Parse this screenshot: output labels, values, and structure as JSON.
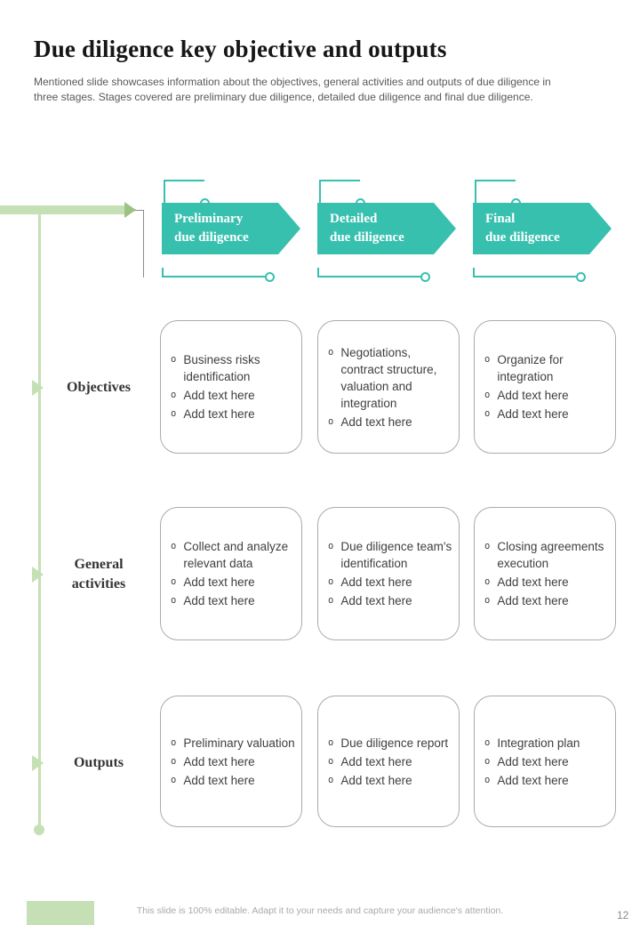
{
  "slide": {
    "title": "Due diligence key objective and outputs",
    "description": "Mentioned slide showcases information about the objectives, general activities and outputs of due diligence in three stages. Stages covered are preliminary due diligence, detailed due diligence and final due diligence.",
    "footer": "This slide is 100% editable. Adapt it to your needs and capture your audience's attention.",
    "page_number": "12"
  },
  "glyphs": {
    "bullet": "o"
  },
  "colors": {
    "accent_teal": "#38c0af",
    "accent_green": "#c5e0b4",
    "text_dark": "#3f3f3f",
    "text_muted": "#595959",
    "border_gray": "#ababab"
  },
  "stages": [
    {
      "line1": "Preliminary",
      "line2": "due diligence"
    },
    {
      "line1": "Detailed",
      "line2": "due diligence"
    },
    {
      "line1": "Final",
      "line2": "due diligence"
    }
  ],
  "rows": [
    {
      "label": "Objectives",
      "cells": [
        {
          "items": [
            "Business risks identification",
            "Add text here",
            "Add text here"
          ]
        },
        {
          "items": [
            "Negotiations, contract structure, valuation and integration",
            "Add text here"
          ]
        },
        {
          "items": [
            "Organize for integration",
            "Add text here",
            "Add text here"
          ]
        }
      ]
    },
    {
      "label": "General activities",
      "cells": [
        {
          "items": [
            "Collect and analyze relevant data",
            "Add text here",
            "Add text here"
          ]
        },
        {
          "items": [
            "Due diligence team's identification",
            "Add text here",
            "Add text here"
          ]
        },
        {
          "items": [
            "Closing agreements execution",
            "Add text here",
            "Add text here"
          ]
        }
      ]
    },
    {
      "label": "Outputs",
      "cells": [
        {
          "items": [
            "Preliminary valuation",
            "Add text here",
            "Add text here"
          ]
        },
        {
          "items": [
            "Due diligence report",
            "Add text here",
            "Add text here"
          ]
        },
        {
          "items": [
            "Integration plan",
            "Add text here",
            "Add text here"
          ]
        }
      ]
    }
  ]
}
